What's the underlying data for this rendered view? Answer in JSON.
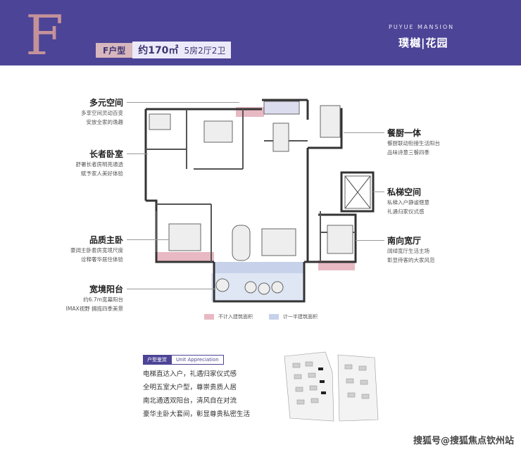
{
  "header": {
    "letter": "F",
    "type_label": "F户型",
    "area": "约170㎡",
    "rooms": "5房2厅2卫",
    "brand_en": "PUYUE MANSION",
    "brand_cn": "璞樾|花园"
  },
  "callouts": {
    "multi": {
      "title": "多元空间",
      "lines": [
        "多享空间灵动百变",
        "安放全家的逸趣"
      ]
    },
    "elder": {
      "title": "长者卧室",
      "lines": [
        "舒署长者房明亮通透",
        "赋予家人美好体验"
      ]
    },
    "master": {
      "title": "品质主卧",
      "lines": [
        "豪阔主卧套房宽境尺度",
        "诠释奢华居住体验"
      ]
    },
    "balcony": {
      "title": "宽境阳台",
      "lines": [
        "约6.7m宽幕阳台",
        "IMAX视野 拥揽四季美景"
      ]
    },
    "dining": {
      "title": "餐厨一体",
      "lines": [
        "餐厨联动衔接生活阳台",
        "品味诗意三餐四季"
      ]
    },
    "elevator": {
      "title": "私梯空间",
      "lines": [
        "私梯入户静谧惬意",
        "礼遇归家仪式感"
      ]
    },
    "living": {
      "title": "南向宽厅",
      "lines": [
        "阔绰宽厅生活主场",
        "彰显待客的大家风范"
      ]
    }
  },
  "legend": {
    "pink": "不计入建筑面积",
    "blue": "计一半建筑面积"
  },
  "colors": {
    "banner": "#4c4496",
    "pink": "#e8b9c3",
    "blue": "#c7d2ea",
    "accent": "#c4929a"
  },
  "appreciation": {
    "tab_cn": "户型鉴赏",
    "tab_en": "Unit Appreciation",
    "items": [
      "电梯直达入户，礼遇归家仪式感",
      "全明五室大户型，尊崇贵质人居",
      "南北通透双阳台，清风自在对流",
      "豪华主卧大套间，彰显尊贵私密生活"
    ]
  },
  "watermark": "搜狐号@搜狐焦点钦州站"
}
